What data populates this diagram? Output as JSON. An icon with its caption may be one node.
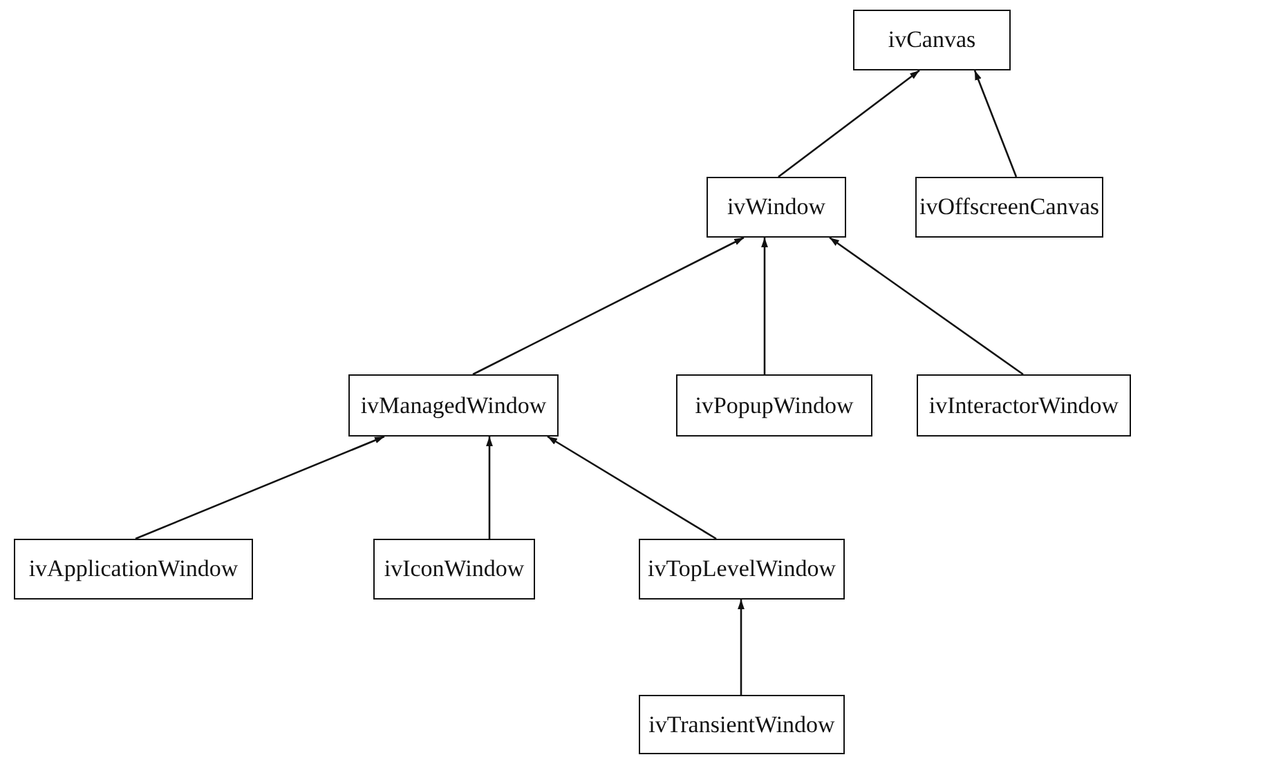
{
  "diagram": {
    "nodes": [
      {
        "text": [
          "ivCanvas"
        ]
      },
      {
        "text": [
          "ivWindow"
        ]
      },
      {
        "text": [
          "ivOffscreenCanvas"
        ]
      },
      {
        "text": [
          "ivManagedWindow"
        ]
      },
      {
        "text": [
          "ivPopupWindow"
        ]
      },
      {
        "text": [
          "ivInteractorWindow"
        ]
      },
      {
        "text": [
          "ivApplicationWindow"
        ]
      },
      {
        "text": [
          "ivIconWindow"
        ]
      },
      {
        "text": [
          "ivTopLevelWindow"
        ]
      },
      {
        "text": [
          "ivTransientWindow"
        ]
      }
    ],
    "edges": [
      {
        "from": 1,
        "to": 0,
        "arrow": "to"
      },
      {
        "from": 2,
        "to": 0,
        "arrow": "to"
      },
      {
        "from": 3,
        "to": 1,
        "arrow": "to"
      },
      {
        "from": 4,
        "to": 1,
        "arrow": "to"
      },
      {
        "from": 5,
        "to": 1,
        "arrow": "to"
      },
      {
        "from": 6,
        "to": 3,
        "arrow": "to"
      },
      {
        "from": 7,
        "to": 3,
        "arrow": "to"
      },
      {
        "from": 8,
        "to": 3,
        "arrow": "to"
      },
      {
        "from": 9,
        "to": 8,
        "arrow": "to"
      }
    ]
  }
}
